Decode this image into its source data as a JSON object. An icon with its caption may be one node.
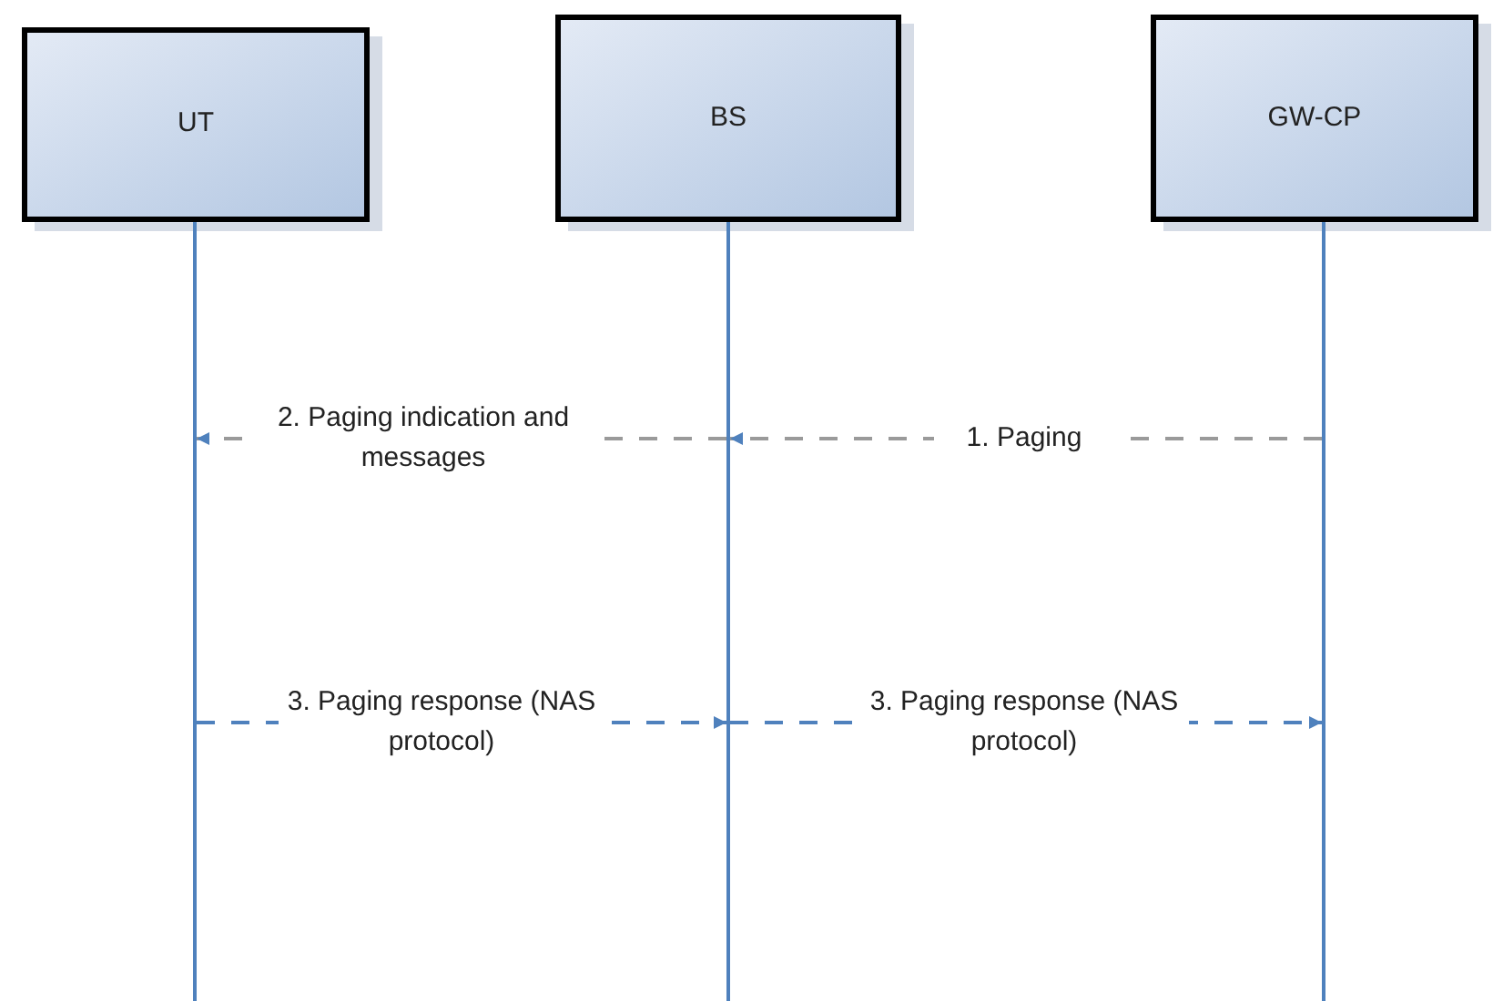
{
  "diagram": {
    "nodes": [
      {
        "text": [
          "UT"
        ]
      },
      {
        "text": [
          "BS"
        ]
      },
      {
        "text": [
          "GW-CP"
        ]
      },
      {
        "text": [],
        "shape": "bar"
      },
      {
        "text": [],
        "shape": "bar"
      },
      {
        "text": [],
        "shape": "bar"
      }
    ],
    "edges": [
      {
        "from": 5,
        "to": 4,
        "arrow": "to",
        "label": "1. Paging",
        "style": "dashed",
        "color": "#9a9a9a"
      },
      {
        "from": 4,
        "to": 3,
        "arrow": "to",
        "label": "2. Paging indication and messages",
        "style": "dashed",
        "color": "#9a9a9a"
      },
      {
        "from": 3,
        "to": 4,
        "arrow": "to",
        "label": "3. Paging response (NAS protocol)",
        "style": "dashed"
      },
      {
        "from": 4,
        "to": 5,
        "arrow": "to",
        "label": "3. Paging response (NAS protocol)",
        "style": "dashed"
      }
    ]
  }
}
